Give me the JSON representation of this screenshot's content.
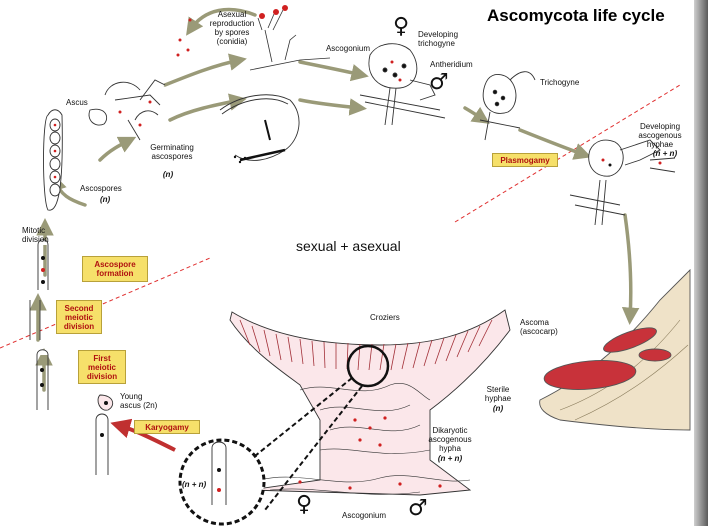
{
  "title": "Ascomycota life cycle",
  "center_label": "sexual + asexual",
  "female_symbol": "♀",
  "male_symbol": "♂",
  "labels": {
    "asexual": "Asexual\nreproduction\nby spores\n(conidia)",
    "ascogonium": "Ascogonium",
    "developing_trichogyne": "Developing\ntrichogyne",
    "antheridium": "Antheridium",
    "trichogyne": "Trichogyne",
    "developing_ascogenous": "Developing\nascogenous\nhyphae",
    "n_plus_n_1": "(n + n)",
    "ascus": "Ascus",
    "germinating": "Germinating\nascospores",
    "n_germ": "(n)",
    "ascospores": "Ascospores",
    "n_asco": "(n)",
    "mitotic": "Mitotic\ndivision",
    "croziers": "Croziers",
    "ascoma": "Ascoma\n(ascocarp)",
    "sterile": "Sterile\nhyphae",
    "n_sterile": "(n)",
    "dikaryotic": "Dikaryotic\nascogenous\nhypha",
    "n_plus_n_2": "(n + n)",
    "young_ascus": "Young\nascus (2n)",
    "ascogonium_bottom": "Ascogonium",
    "n_plus_n_inset": "(n + n)"
  },
  "stages": {
    "plasmogamy": "Plasmogamy",
    "ascospore_formation": "Ascospore\nformation",
    "second_meiotic": "Second\nmeiotic\ndivision",
    "first_meiotic": "First\nmeiotic\ndivision",
    "karyogamy": "Karyogamy"
  },
  "colors": {
    "stage_box": "#f6e06a",
    "stage_text": "#b01010",
    "arrow": "#9a9a78",
    "nucleus_red": "#d02020",
    "ascoma_fill": "#c8323a",
    "dashed_line": "#e03030"
  }
}
